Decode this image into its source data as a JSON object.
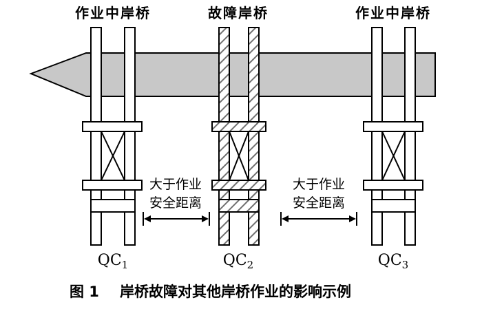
{
  "colors": {
    "boom_fill": "#c8c8c8",
    "stroke": "#000000",
    "hatch": "#707070"
  },
  "cranes": [
    {
      "title": "作业中岸桥",
      "label_main": "QC",
      "label_sub": "1",
      "faulty": false
    },
    {
      "title": "故障岸桥",
      "label_main": "QC",
      "label_sub": "2",
      "faulty": true
    },
    {
      "title": "作业中岸桥",
      "label_main": "QC",
      "label_sub": "3",
      "faulty": false
    }
  ],
  "gaps": [
    {
      "line1": "大于作业",
      "line2": "安全距离"
    },
    {
      "line1": "大于作业",
      "line2": "安全距离"
    }
  ],
  "caption": {
    "figure_no": "图 1",
    "text": "岸桥故障对其他岸桥作业的影响示例"
  }
}
